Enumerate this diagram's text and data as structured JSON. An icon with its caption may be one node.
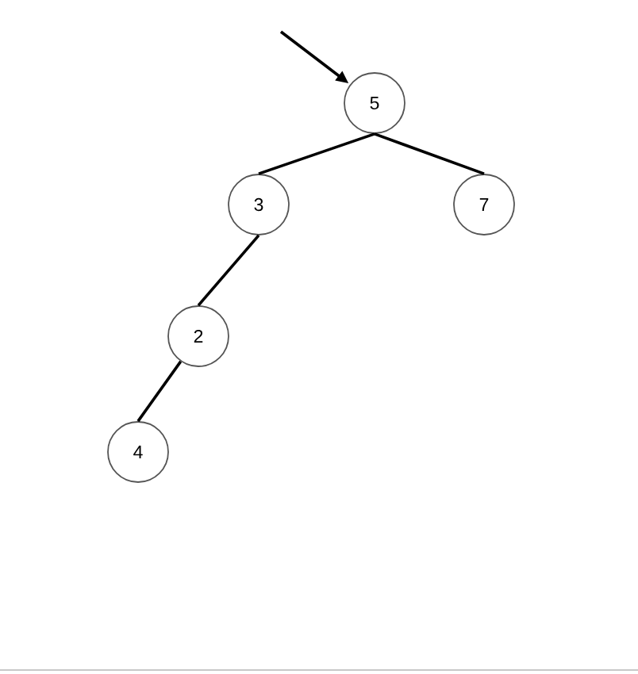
{
  "diagram": {
    "nodes": [
      {
        "text": [
          "5"
        ]
      },
      {
        "text": [
          "3"
        ]
      },
      {
        "text": [
          "7"
        ]
      },
      {
        "text": [
          "2"
        ]
      },
      {
        "text": [
          "4"
        ]
      }
    ],
    "edges": [
      {
        "from": null,
        "to": 0,
        "arrow": "to"
      },
      {
        "from": 0,
        "to": 1,
        "arrow": "none"
      },
      {
        "from": 0,
        "to": 2,
        "arrow": "none"
      },
      {
        "from": 1,
        "to": 3,
        "arrow": "none"
      },
      {
        "from": 3,
        "to": 4,
        "arrow": "none"
      }
    ]
  }
}
